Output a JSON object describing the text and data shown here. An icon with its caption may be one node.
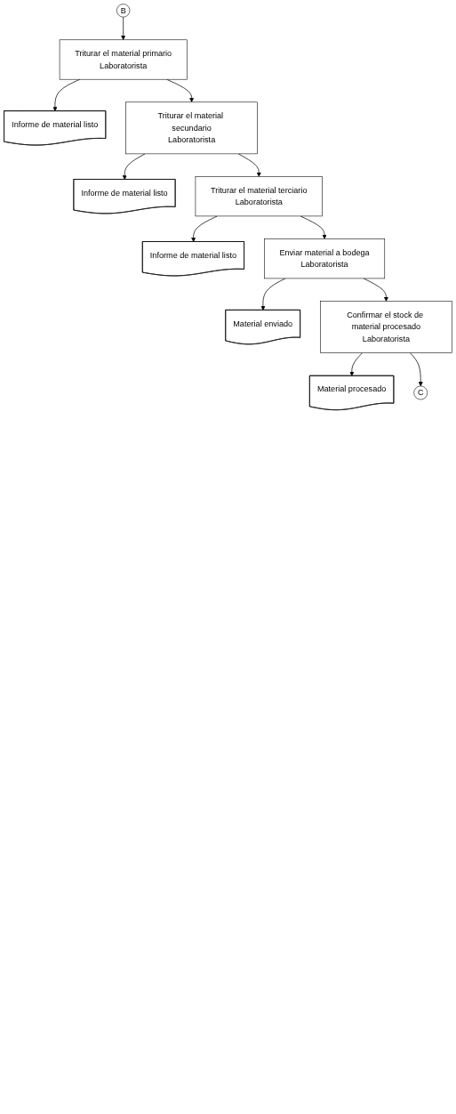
{
  "diagram": {
    "nodes": [
      {
        "text": [
          "B"
        ]
      },
      {
        "text": [
          "Triturar el material primario",
          "Laboratorista"
        ]
      },
      {
        "text": [
          "Informe de material listo"
        ]
      },
      {
        "text": [
          "Triturar el material secundario",
          "Laboratorista"
        ]
      },
      {
        "text": [
          "Informe de material listo"
        ]
      },
      {
        "text": [
          "Triturar el material terciario",
          "Laboratorista"
        ]
      },
      {
        "text": [
          "Informe de material listo"
        ]
      },
      {
        "text": [
          "Enviar material a bodega",
          "Laboratorista"
        ]
      },
      {
        "text": [
          "Material enviado"
        ]
      },
      {
        "text": [
          "Confirmar el stock de material procesado",
          "Laboratorista"
        ]
      },
      {
        "text": [
          "Material procesado"
        ]
      },
      {
        "text": [
          "C"
        ]
      }
    ],
    "edges": [
      {
        "from": 0,
        "to": 1,
        "arrow": "to"
      },
      {
        "from": 1,
        "to": 2,
        "arrow": "to"
      },
      {
        "from": 1,
        "to": 3,
        "arrow": "to"
      },
      {
        "from": 3,
        "to": 4,
        "arrow": "to"
      },
      {
        "from": 3,
        "to": 5,
        "arrow": "to"
      },
      {
        "from": 5,
        "to": 6,
        "arrow": "to"
      },
      {
        "from": 5,
        "to": 7,
        "arrow": "to"
      },
      {
        "from": 7,
        "to": 8,
        "arrow": "to"
      },
      {
        "from": 7,
        "to": 9,
        "arrow": "to"
      },
      {
        "from": 9,
        "to": 10,
        "arrow": "to"
      },
      {
        "from": 9,
        "to": 11,
        "arrow": "to"
      }
    ]
  }
}
